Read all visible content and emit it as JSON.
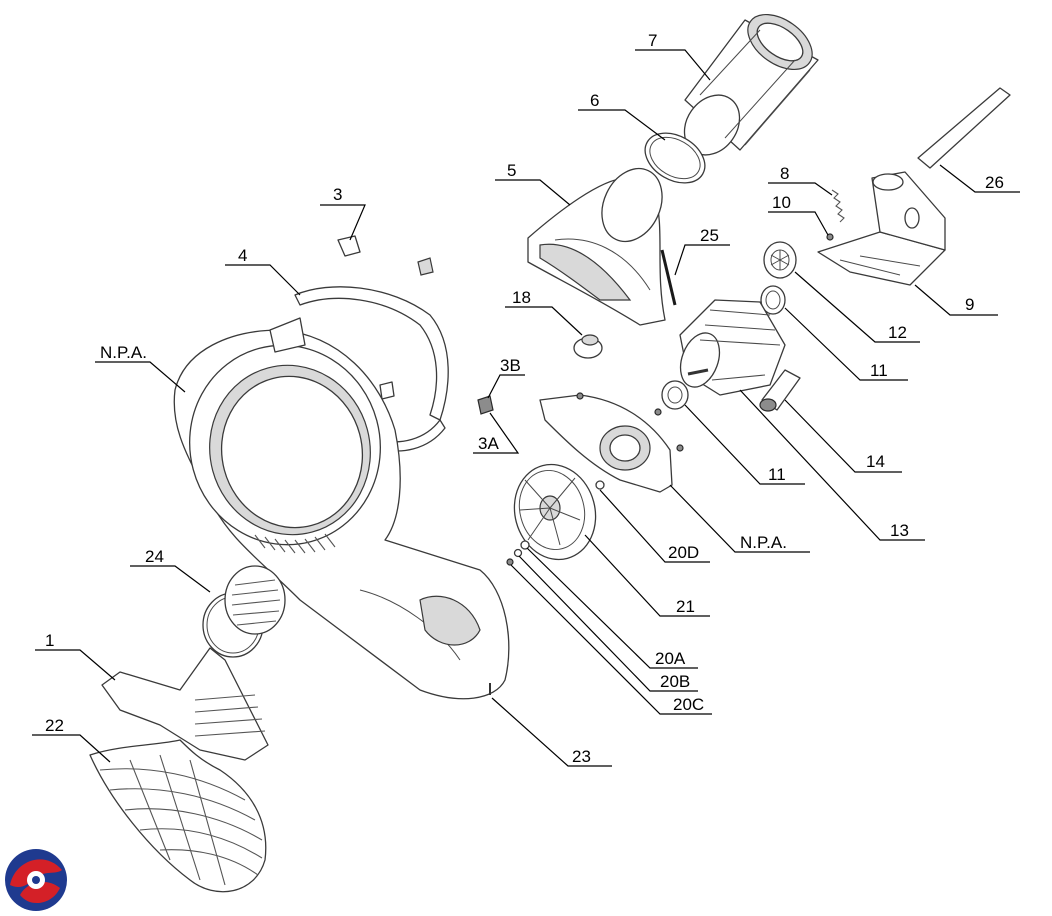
{
  "callouts": [
    {
      "id": "c-7",
      "text": "7"
    },
    {
      "id": "c-6",
      "text": "6"
    },
    {
      "id": "c-5",
      "text": "5"
    },
    {
      "id": "c-8",
      "text": "8"
    },
    {
      "id": "c-26",
      "text": "26"
    },
    {
      "id": "c-10",
      "text": "10"
    },
    {
      "id": "c-3",
      "text": "3"
    },
    {
      "id": "c-25",
      "text": "25"
    },
    {
      "id": "c-4",
      "text": "4"
    },
    {
      "id": "c-18",
      "text": "18"
    },
    {
      "id": "c-9",
      "text": "9"
    },
    {
      "id": "c-12",
      "text": "12"
    },
    {
      "id": "c-npa-1",
      "text": "N.P.A."
    },
    {
      "id": "c-3b",
      "text": "3B"
    },
    {
      "id": "c-11a",
      "text": "11"
    },
    {
      "id": "c-3a",
      "text": "3A"
    },
    {
      "id": "c-14",
      "text": "14"
    },
    {
      "id": "c-11b",
      "text": "11"
    },
    {
      "id": "c-13",
      "text": "13"
    },
    {
      "id": "c-npa-2",
      "text": "N.P.A."
    },
    {
      "id": "c-20d",
      "text": "20D"
    },
    {
      "id": "c-24",
      "text": "24"
    },
    {
      "id": "c-21",
      "text": "21"
    },
    {
      "id": "c-1",
      "text": "1"
    },
    {
      "id": "c-20a",
      "text": "20A"
    },
    {
      "id": "c-20b",
      "text": "20B"
    },
    {
      "id": "c-22",
      "text": "22"
    },
    {
      "id": "c-20c",
      "text": "20C"
    },
    {
      "id": "c-23",
      "text": "23"
    }
  ],
  "logo": {
    "colors": [
      "#1f3a8f",
      "#d42027"
    ]
  }
}
